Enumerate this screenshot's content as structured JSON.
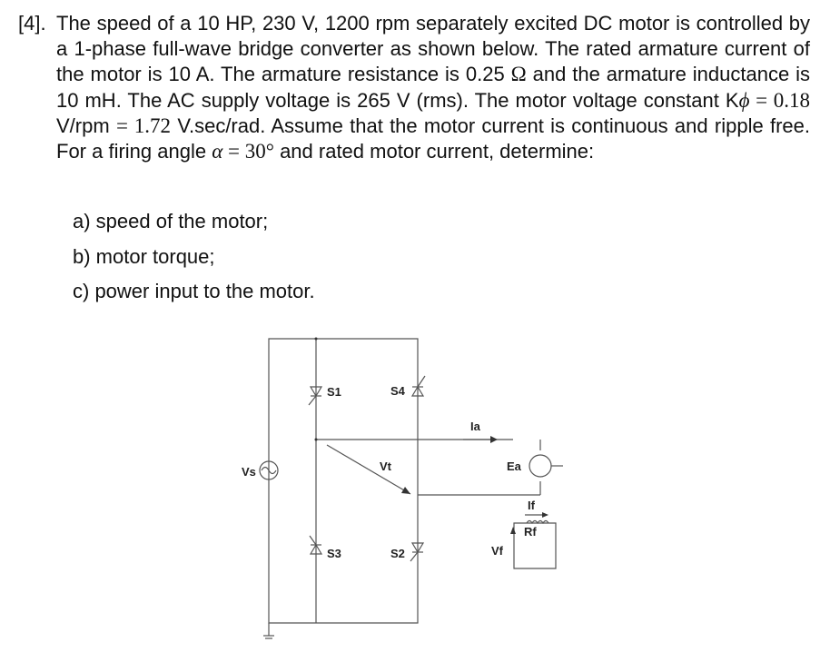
{
  "problem": {
    "number": "[4].",
    "segments": {
      "s1": "The speed of a 10 HP, 230 V, 1200 rpm separately excited DC motor is controlled by a 1-phase full-wave bridge converter as shown below.  The rated armature current of the motor is 10 A. The armature resistance is 0.25 ",
      "ohm": "Ω",
      "s2": " and the armature inductance is 10 mH. The AC supply voltage is 265 V (rms).  The motor voltage constant K",
      "phi": "ϕ",
      "eq1": " = 0.18",
      "s3": " V/rpm ",
      "eq2": "= 1.72",
      "s4": " V.sec/rad.  Assume that the motor current is continuous and ripple free.  For a firing angle ",
      "alpha": "α",
      "eq3": " = 30°",
      "s5": " and rated motor current, determine:"
    },
    "parts": [
      "a) speed of the motor;",
      "b) motor torque;",
      "c) power input to the motor."
    ]
  },
  "circuit": {
    "labels": {
      "s1": "S1",
      "s4": "S4",
      "s3": "S3",
      "s2": "S2",
      "vs": "Vs",
      "vt": "Vt",
      "ia": "Ia",
      "ea": "Ea",
      "if": "If",
      "rf": "Rf",
      "vf": "Vf"
    }
  }
}
